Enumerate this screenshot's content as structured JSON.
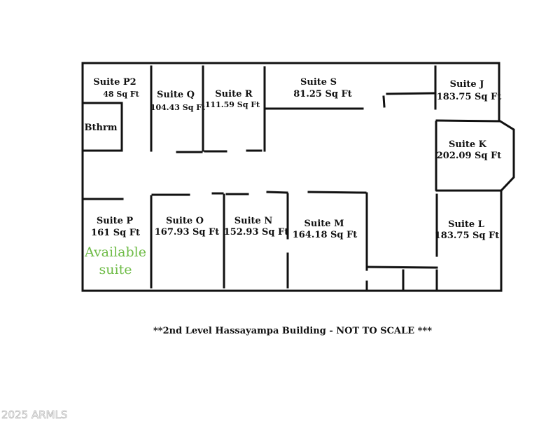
{
  "suites": {
    "p2": {
      "name": "Suite P2",
      "area": "48 Sq Ft"
    },
    "q": {
      "name": "Suite Q",
      "area": "104.43 Sq Ft"
    },
    "r": {
      "name": "Suite R",
      "area": "111.59 Sq Ft"
    },
    "s": {
      "name": "Suite S",
      "area": "81.25 Sq Ft"
    },
    "j": {
      "name": "Suite J",
      "area": "183.75 Sq Ft"
    },
    "k": {
      "name": "Suite K",
      "area": "202.09 Sq Ft"
    },
    "p": {
      "name": "Suite P",
      "area": "161 Sq Ft"
    },
    "o": {
      "name": "Suite O",
      "area": "167.93 Sq Ft"
    },
    "n": {
      "name": "Suite N",
      "area": "152.93 Sq Ft"
    },
    "m": {
      "name": "Suite M",
      "area": "164.18 Sq Ft"
    },
    "l": {
      "name": "Suite L",
      "area": "183.75 Sq Ft"
    }
  },
  "bathroom": "Bthrm",
  "available": {
    "line1": "Available",
    "line2": "suite"
  },
  "caption": "**2nd Level Hassayampa Building - NOT TO SCALE ***",
  "watermark": "2025 ARMLS",
  "colors": {
    "available": "#6dbb45",
    "walls": "#111111"
  }
}
